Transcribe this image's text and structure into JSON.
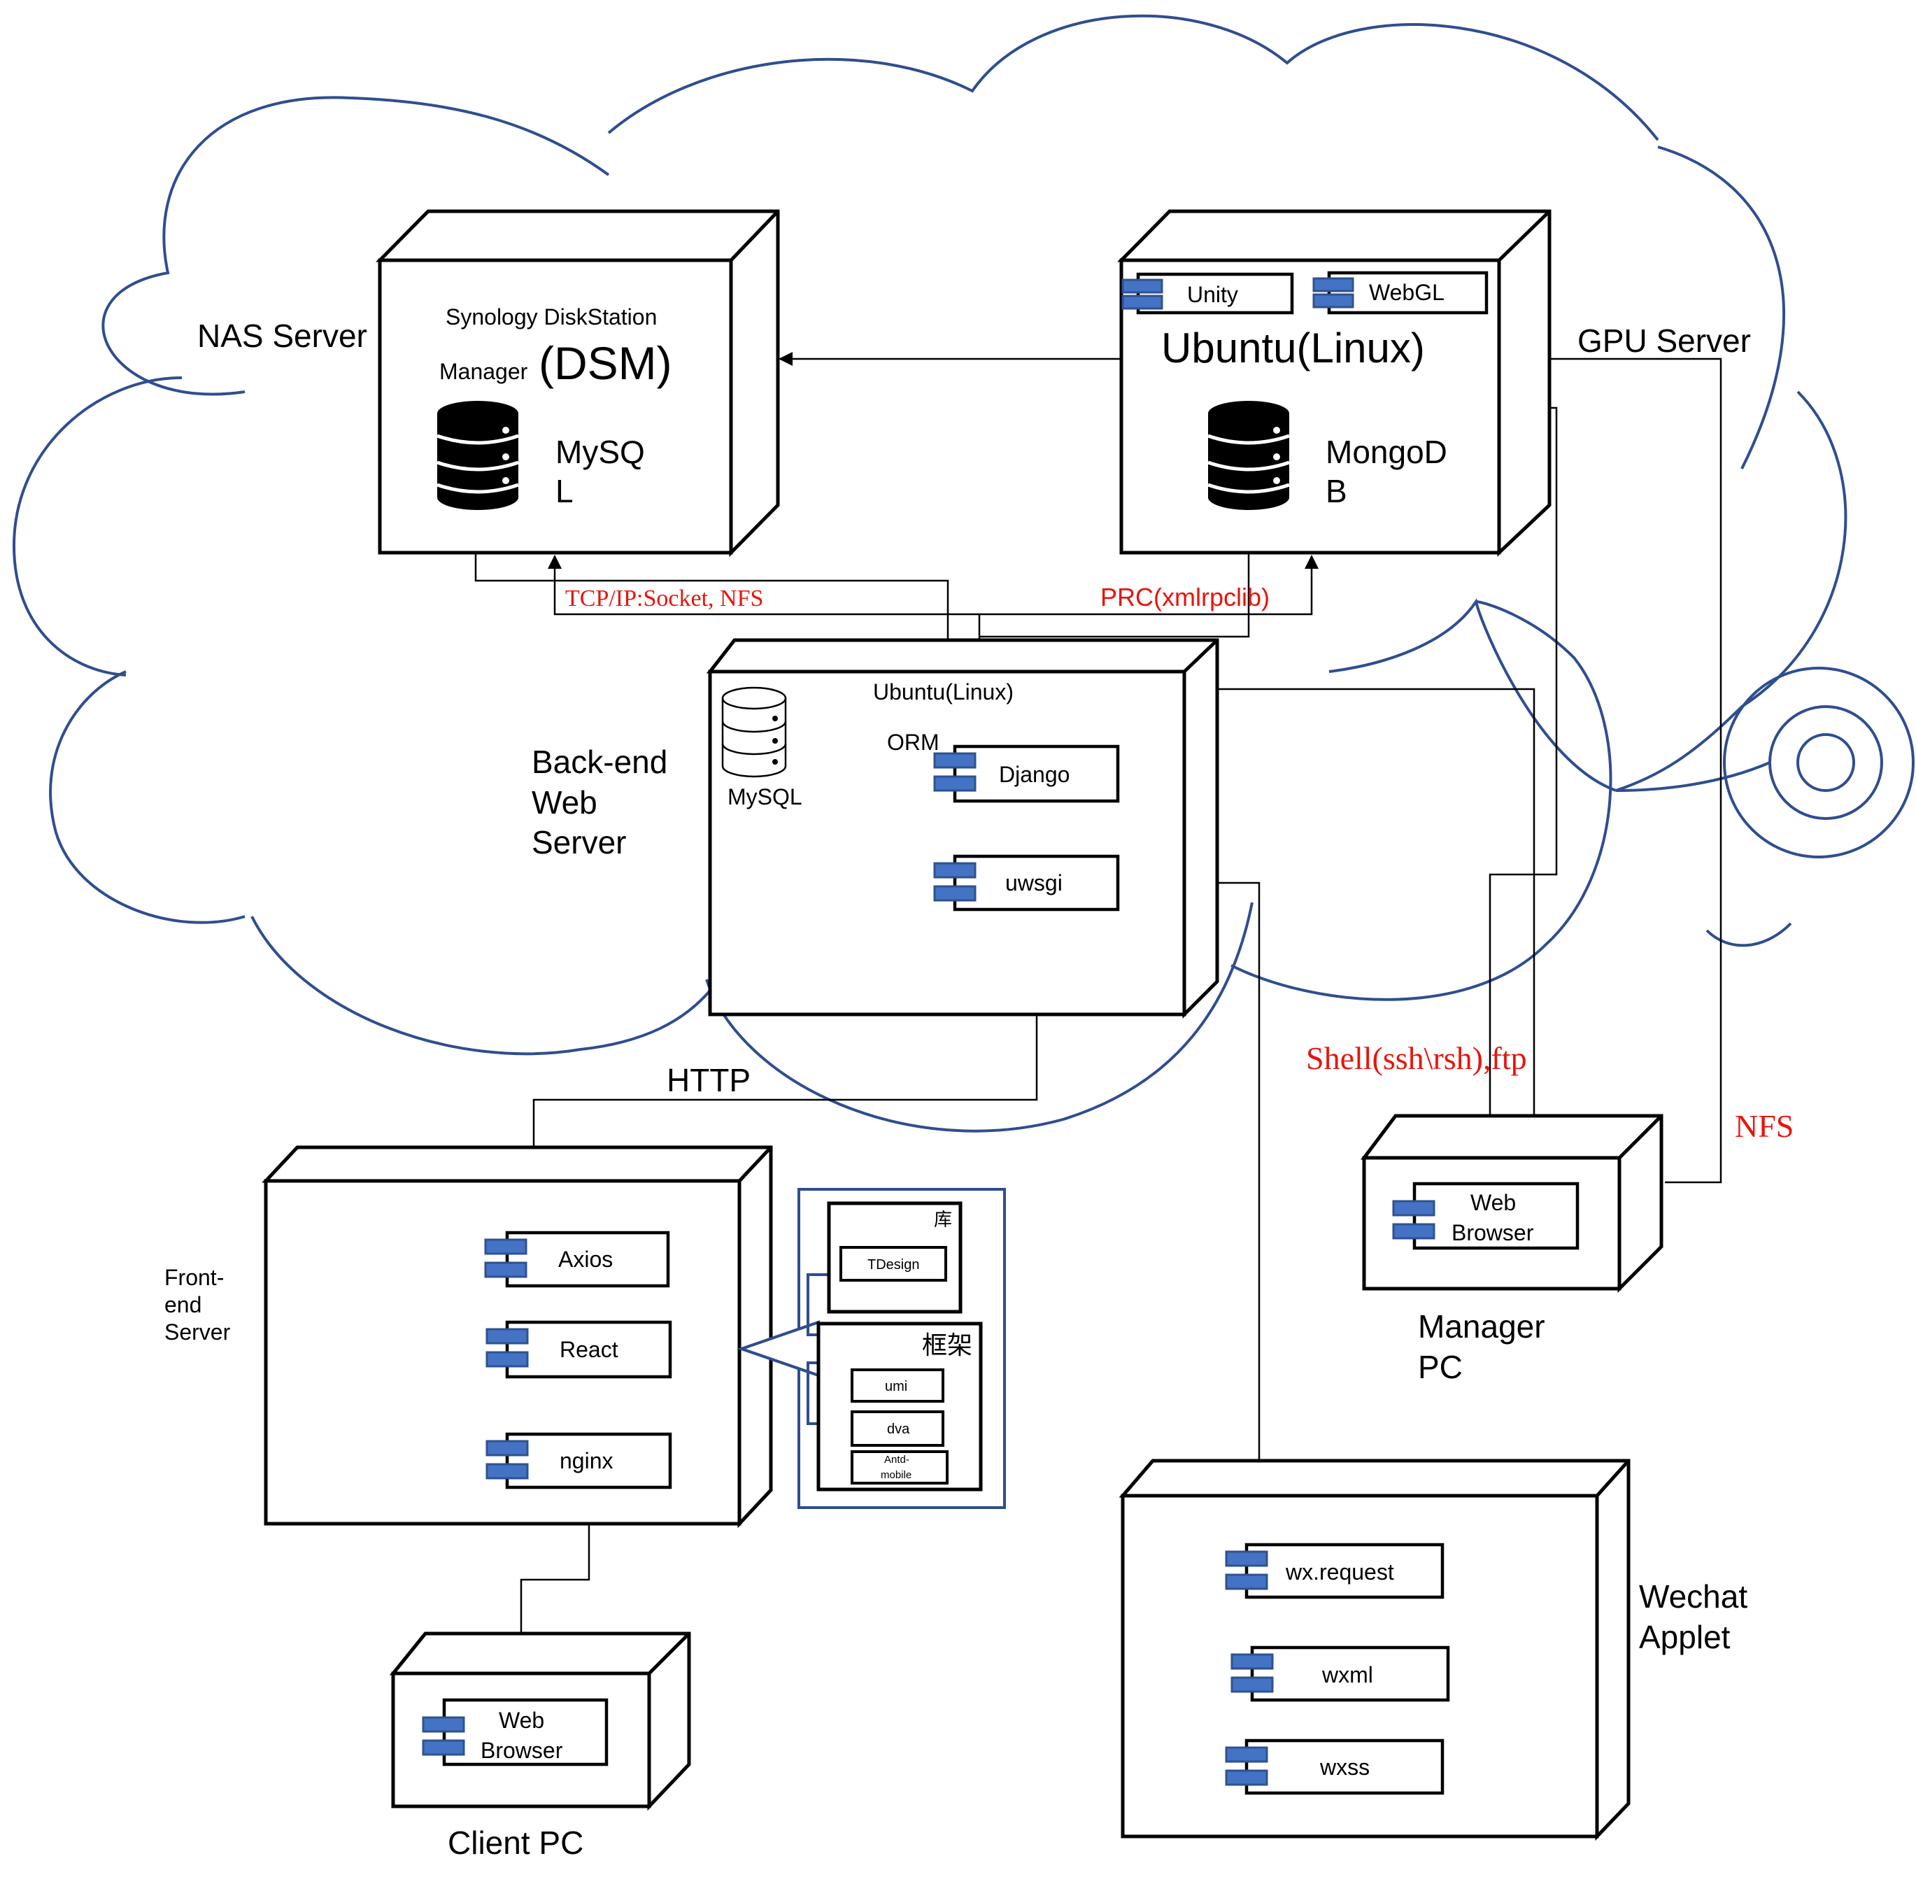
{
  "nas": {
    "label": "NAS Server",
    "dsm_line1": "Synology DiskStation",
    "dsm_manager": "Manager",
    "dsm_big": "(DSM)",
    "db_line1": "MySQ",
    "db_line2": "L",
    "db_icon": "database-icon"
  },
  "gpu": {
    "label": "GPU Server",
    "os": "Ubuntu(Linux)",
    "unity": "Unity",
    "webgl": "WebGL",
    "db_line1": "MongoD",
    "db_line2": "B",
    "db_icon": "database-icon"
  },
  "backend": {
    "label_line1": "Back-end",
    "label_line2": "Web",
    "label_line3": "Server",
    "os": "Ubuntu(Linux)",
    "mysql": "MySQL",
    "orm": "ORM",
    "django": "Django",
    "uwsgi": "uwsgi",
    "db_icon": "database-outline-icon"
  },
  "frontend": {
    "label_line1": "Front-",
    "label_line2": "end",
    "label_line3": "Server",
    "axios": "Axios",
    "react": "React",
    "nginx": "nginx"
  },
  "libraries": {
    "lib_title": "库",
    "tdesign": "TDesign",
    "framework_title": "框架",
    "umi": "umi",
    "dva": "dva",
    "antd_line1": "Antd-",
    "antd_line2": "mobile"
  },
  "client": {
    "browser_line1": "Web",
    "browser_line2": "Browser",
    "label": "Client PC"
  },
  "manager": {
    "browser_line1": "Web",
    "browser_line2": "Browser",
    "label_line1": "Manager",
    "label_line2": "PC"
  },
  "wechat": {
    "request": "wx.request",
    "wxml": "wxml",
    "wxss": "wxss",
    "label_line1": "Wechat",
    "label_line2": "Applet"
  },
  "connections": {
    "tcp": "TCP/IP:Socket, NFS",
    "prc": "PRC(xmlrpclib)",
    "http": "HTTP",
    "shell": "Shell(ssh\\rsh),ftp",
    "nfs": "NFS"
  },
  "colors": {
    "component_tab": "#4472c4",
    "cloud_stroke": "#2f4e8f",
    "protocol_label": "#e8140c"
  }
}
